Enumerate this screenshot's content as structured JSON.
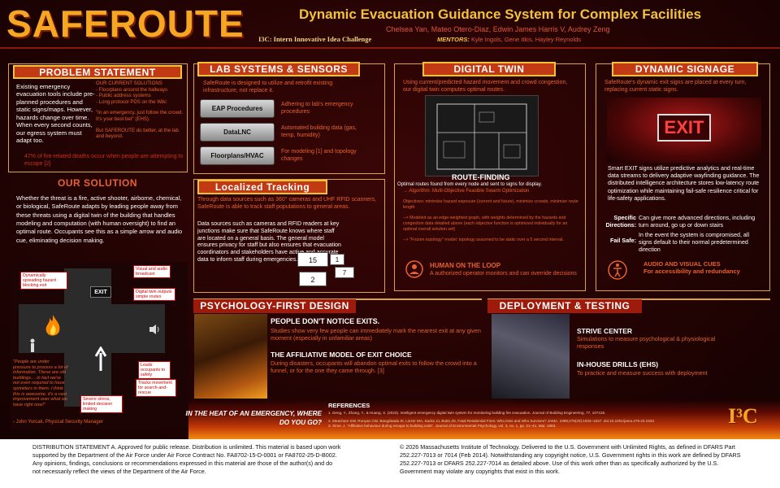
{
  "header": {
    "logo": "SAFEROUTE",
    "title": "Dynamic Evacuation Guidance System for Complex Facilities",
    "authors": "Chelsea Yan, Mateo Otero-Diaz, Edwin James Harris V, Audrey Zeng",
    "challenge": "I3C: Intern Innovative Idea Challenge",
    "mentors_label": "MENTORS:",
    "mentors": "Kyle Ingols, Gene Itkis, Hayley Reynolds"
  },
  "problem": {
    "heading": "PROBLEM STATEMENT",
    "body": "Existing emergency evacuation tools include pre-planned procedures and static signs/maps. However, hazards change over time. When every second counts, our egress system must adapt too.",
    "current_title": "OUR CURRENT SOLUTIONS",
    "current_items": [
      "- Floorplans around the hallways",
      "- Public address systems",
      "- Long protocol PDS on the Wiki"
    ],
    "quote": "\"In an emergency, just follow the crowd. It's your best bet\" (EHS).",
    "better": "But SAFEROUTE do better, at the lab and beyond.",
    "stat": "47% of fire-related deaths occur when people are attempting to escape [2]"
  },
  "solution": {
    "heading": "OUR SOLUTION",
    "body": "Whether the threat is a fire, active shooter, airborne, chemical, or biological, SafeRoute adapts by leading people away from these threats using a digital twin of the building that handles modeling and computation (with human oversight) to find an optimal route. Occupants see this as a simple arrow and audio cue, eliminating decision making.",
    "callouts": [
      "Dynamically spreading hazard blocking exit",
      "Visual and audio broadcast",
      "Digital twin outputs simple routes",
      "Leads occupants to safety",
      "Tracks movement for search-and-rescue",
      "Severe stress, limited decision making"
    ],
    "exit_sign": "EXIT",
    "quote": "\"People are under pressure to process a lot of information. These are old buildings… in fact we're not even required to have sprinklers in them. I think this is awesome, it's a vast improvement over what we have right now!\"",
    "quote_author": "- John Yurcak, Physical Security Manager"
  },
  "lab": {
    "heading": "LAB SYSTEMS & SENSORS",
    "intro": "SafeRoute is designed to utilize and retrofit existing infrastructure, not replace it.",
    "rows": [
      {
        "label": "EAP Procedures",
        "desc": "Adhering to lab's emergency procedures"
      },
      {
        "label": "DataLNC",
        "desc": "Automated building data (gas, temp, humidity)"
      },
      {
        "label": "Floorplans/HVAC",
        "desc": "For modeling [1] and topology changes"
      }
    ]
  },
  "tracking": {
    "heading": "Localized Tracking",
    "p1": "Through data sources such as 360° cameras and UHF RFID scanners, SafeRoute is able to track staff populations to general areas.",
    "p2": "Data sources such as cameras and RFID readers at key junctions make sure that SafeRoute knows where staff are located on a general basis. The general model ensures privacy for staff but also ensures that evacuation coordinators and stakeholders have active and accurate data to inform staff during emergencies.",
    "counts": [
      "15",
      "1",
      "7",
      "2"
    ]
  },
  "twin": {
    "heading": "DIGITAL TWIN",
    "intro": "Using current/predicted hazard movement and crowd congestion, our digital twin computes optimal routes.",
    "route_title": "ROUTE-FINDING",
    "route_line": "Optimal routes found from every node and sent to signs for display.",
    "route_algo": "→ Algorithm: Multi-Objective Feasible Swarm Optimization",
    "objectives": "Objectives: minimize hazard exposure (current and future), minimize crowds, minimize route length",
    "model": "--> Modeled as an edge-weighted graph, with weights determined by the hazards and congestion data detailed above (each objective function is optimized individually for an optimal overall solution set)",
    "topology": "--> \"Frozen topology\" model: topology assumed to be static over a 5 second interval.",
    "hitl_title": "HUMAN ON THE LOOP",
    "hitl_body": "A authorized operator monitors and can override decisions"
  },
  "signage": {
    "heading": "DYNAMIC SIGNAGE",
    "intro": "SafeRoute's dynamic exit signs are placed at every turn, replacing current static signs.",
    "exit_sign": "EXIT",
    "body": "Smart EXIT signs utilize predictive analytics and real-time data streams to delivery adaptive wayfinding guidance. The distributed intelligence architecture stores low-latency route optimization while maintaining fail-safe resilience critical for life-safety applications.",
    "specific_label": "Specific Directions:",
    "specific_text": "Can give more advanced directions, including turn around, go up or down stairs",
    "failsafe_label": "Fail Safe:",
    "failsafe_text": "In the event the system is compromised, all signs default to their normal predetermined direction",
    "audio": "AUDIO AND VISUAL CUES",
    "audio2": "For accessibility and redundancy"
  },
  "psych": {
    "heading": "PSYCHOLOGY-FIRST DESIGN",
    "t1": "PEOPLE DON'T NOTICE EXITS.",
    "b1": "Studies show very few people can immediately mark the nearest exit at any given moment (especially in unfamiliar areas)",
    "t2": "THE AFFILIATIVE MODEL OF EXIT CHOICE",
    "b2": "During disasters, occupants will abandon optimal exits to follow the crowd into a funnel, or for the one they came through. [3]"
  },
  "deploy": {
    "heading": "DEPLOYMENT & TESTING",
    "t1": "STRIVE CENTER",
    "b1": "Simulations to measure psychological & physiological responses",
    "t2": "IN-HOUSE DRILLS (EHS)",
    "b2": "To practice and measure success with deployment"
  },
  "tagline": "IN THE HEAT OF AN EMERGENCY, WHERE DO YOU GO?",
  "references": {
    "heading": "REFERENCES",
    "items": [
      "1. Deng, Y., Zhang, Y., & Huang, X. (2023). Intelligent emergency digital twin system for monitoring building fire evacuation. Journal of Building Engineering, 77, 107416.",
      "2. Meacham SW, Runyan CW, Bangdiwala SI, Linzer MA, Sacks JJ, Butts JD. Fatal Residential Fires: Who Dies and Who Survives? JAMA. 1998;279(20):1633–1637. doi:10.1001/jama.279.20.1633",
      "3. Sime, J. \"Affiliative behaviour during escape to building exits\". Journal of Environmental Psychology, vol. 3, no. 1, pp. 21–41, Mar. 1983."
    ]
  },
  "corner_logo": "I³C",
  "footer": {
    "left": "DISTRIBUTION STATEMENT A. Approved for public release. Distribution is unlimited. This material is based upon work supported by the Department of the Air Force under Air Force Contract No. FA8702-15-D-0001 or FA8702-25-D-B002. Any opinions, findings, conclusions or recommendations expressed in this material are those of the author(s) and do not necessarily reflect the views of the Department of the Air Force.",
    "right": "© 2026 Massachusetts Institute of Technology. Delivered to the U.S. Government with Unlimited Rights, as defined in DFARS Part 252.227-7013 or 7014 (Feb 2014). Notwithstanding any copyright notice, U.S. Government rights in this work are defined by DFARS 252.227-7013 or DFARS 252.227-7014 as detailed above. Use of this work other than as specifically authorized by the U.S. Government may violate any copyrights that exist in this work."
  },
  "colors": {
    "accent": "#c23a14",
    "gold": "#f3c23a",
    "orange": "#e6622f",
    "background": "#240303"
  }
}
